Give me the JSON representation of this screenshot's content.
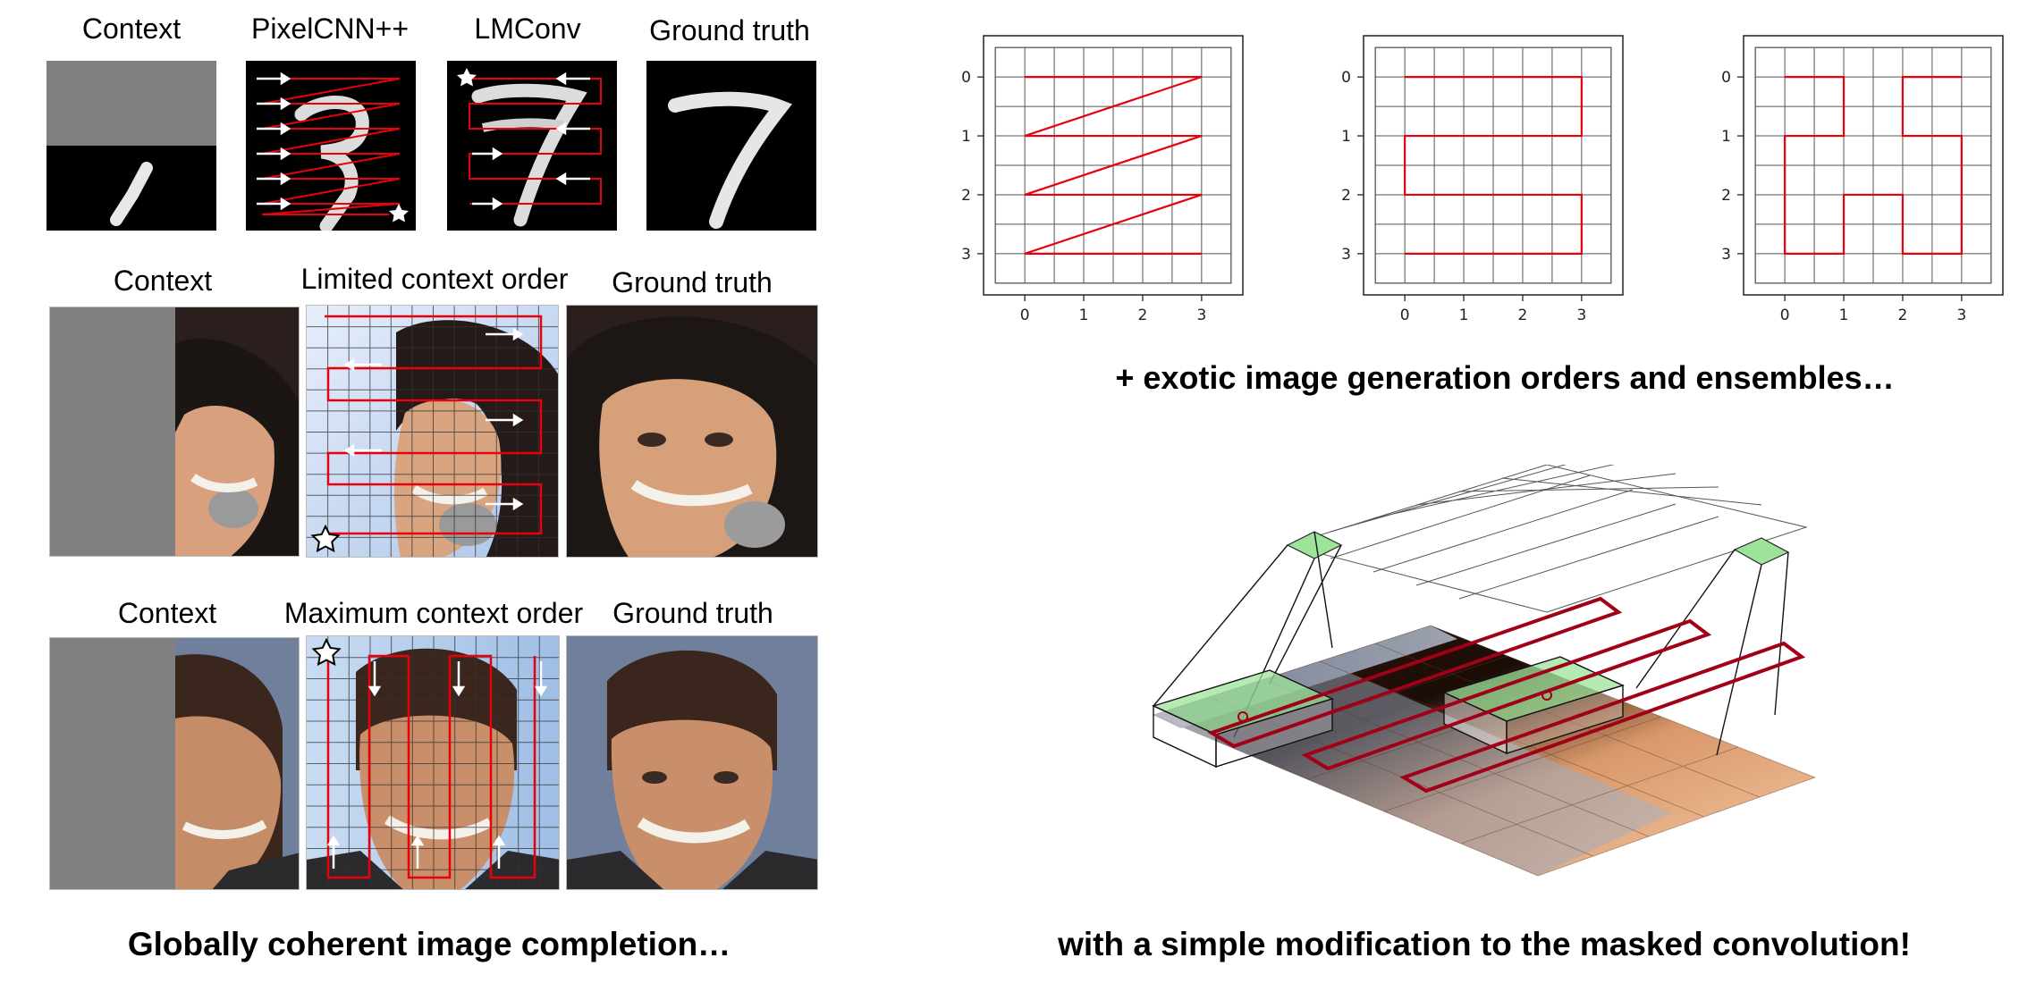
{
  "figure": {
    "row1_labels": [
      "Context",
      "PixelCNN++",
      "LMConv",
      "Ground truth"
    ],
    "row2_labels": [
      "Context",
      "Limited context order",
      "Ground truth"
    ],
    "row3_labels": [
      "Context",
      "Maximum context order",
      "Ground truth"
    ],
    "caption_left": "Globally coherent image completion…",
    "caption_orders": "+ exotic image generation orders and ensembles…",
    "caption_conv": "with a simple modification to the masked convolution!",
    "icons": [
      "star-icon",
      "arrow-icon"
    ],
    "colors": {
      "path": "#e8000b",
      "kernel": "#a00018",
      "mask_green": "#9ee39a",
      "context_gray": "#808080"
    }
  },
  "chart_data": [
    {
      "type": "line",
      "name": "raster",
      "x": [
        0,
        3,
        0,
        3,
        0,
        3,
        0,
        3
      ],
      "y": [
        0,
        0,
        1,
        1,
        2,
        2,
        3,
        3
      ],
      "xticks": [
        "0",
        "1",
        "2",
        "3"
      ],
      "yticks": [
        "0",
        "1",
        "2",
        "3"
      ],
      "xlim": [
        -0.7,
        3.7
      ],
      "ylim": [
        3.7,
        -0.7
      ],
      "grid": true,
      "color": "#e8000b"
    },
    {
      "type": "line",
      "name": "s-curve",
      "x": [
        0,
        3,
        3,
        0,
        0,
        3,
        3,
        0
      ],
      "y": [
        0,
        0,
        1,
        1,
        2,
        2,
        3,
        3
      ],
      "xticks": [
        "0",
        "1",
        "2",
        "3"
      ],
      "yticks": [
        "0",
        "1",
        "2",
        "3"
      ],
      "xlim": [
        -0.7,
        3.7
      ],
      "ylim": [
        3.7,
        -0.7
      ],
      "grid": true,
      "color": "#e8000b"
    },
    {
      "type": "line",
      "name": "hilbert",
      "x": [
        0,
        1,
        1,
        0,
        0,
        1,
        1,
        2,
        2,
        3,
        3,
        2,
        2,
        3
      ],
      "y": [
        0,
        0,
        1,
        1,
        3,
        3,
        2,
        2,
        3,
        3,
        1,
        1,
        0,
        0
      ],
      "xticks": [
        "0",
        "1",
        "2",
        "3"
      ],
      "yticks": [
        "0",
        "1",
        "2",
        "3"
      ],
      "xlim": [
        -0.7,
        3.7
      ],
      "ylim": [
        3.7,
        -0.7
      ],
      "grid": true,
      "color": "#e8000b"
    }
  ]
}
